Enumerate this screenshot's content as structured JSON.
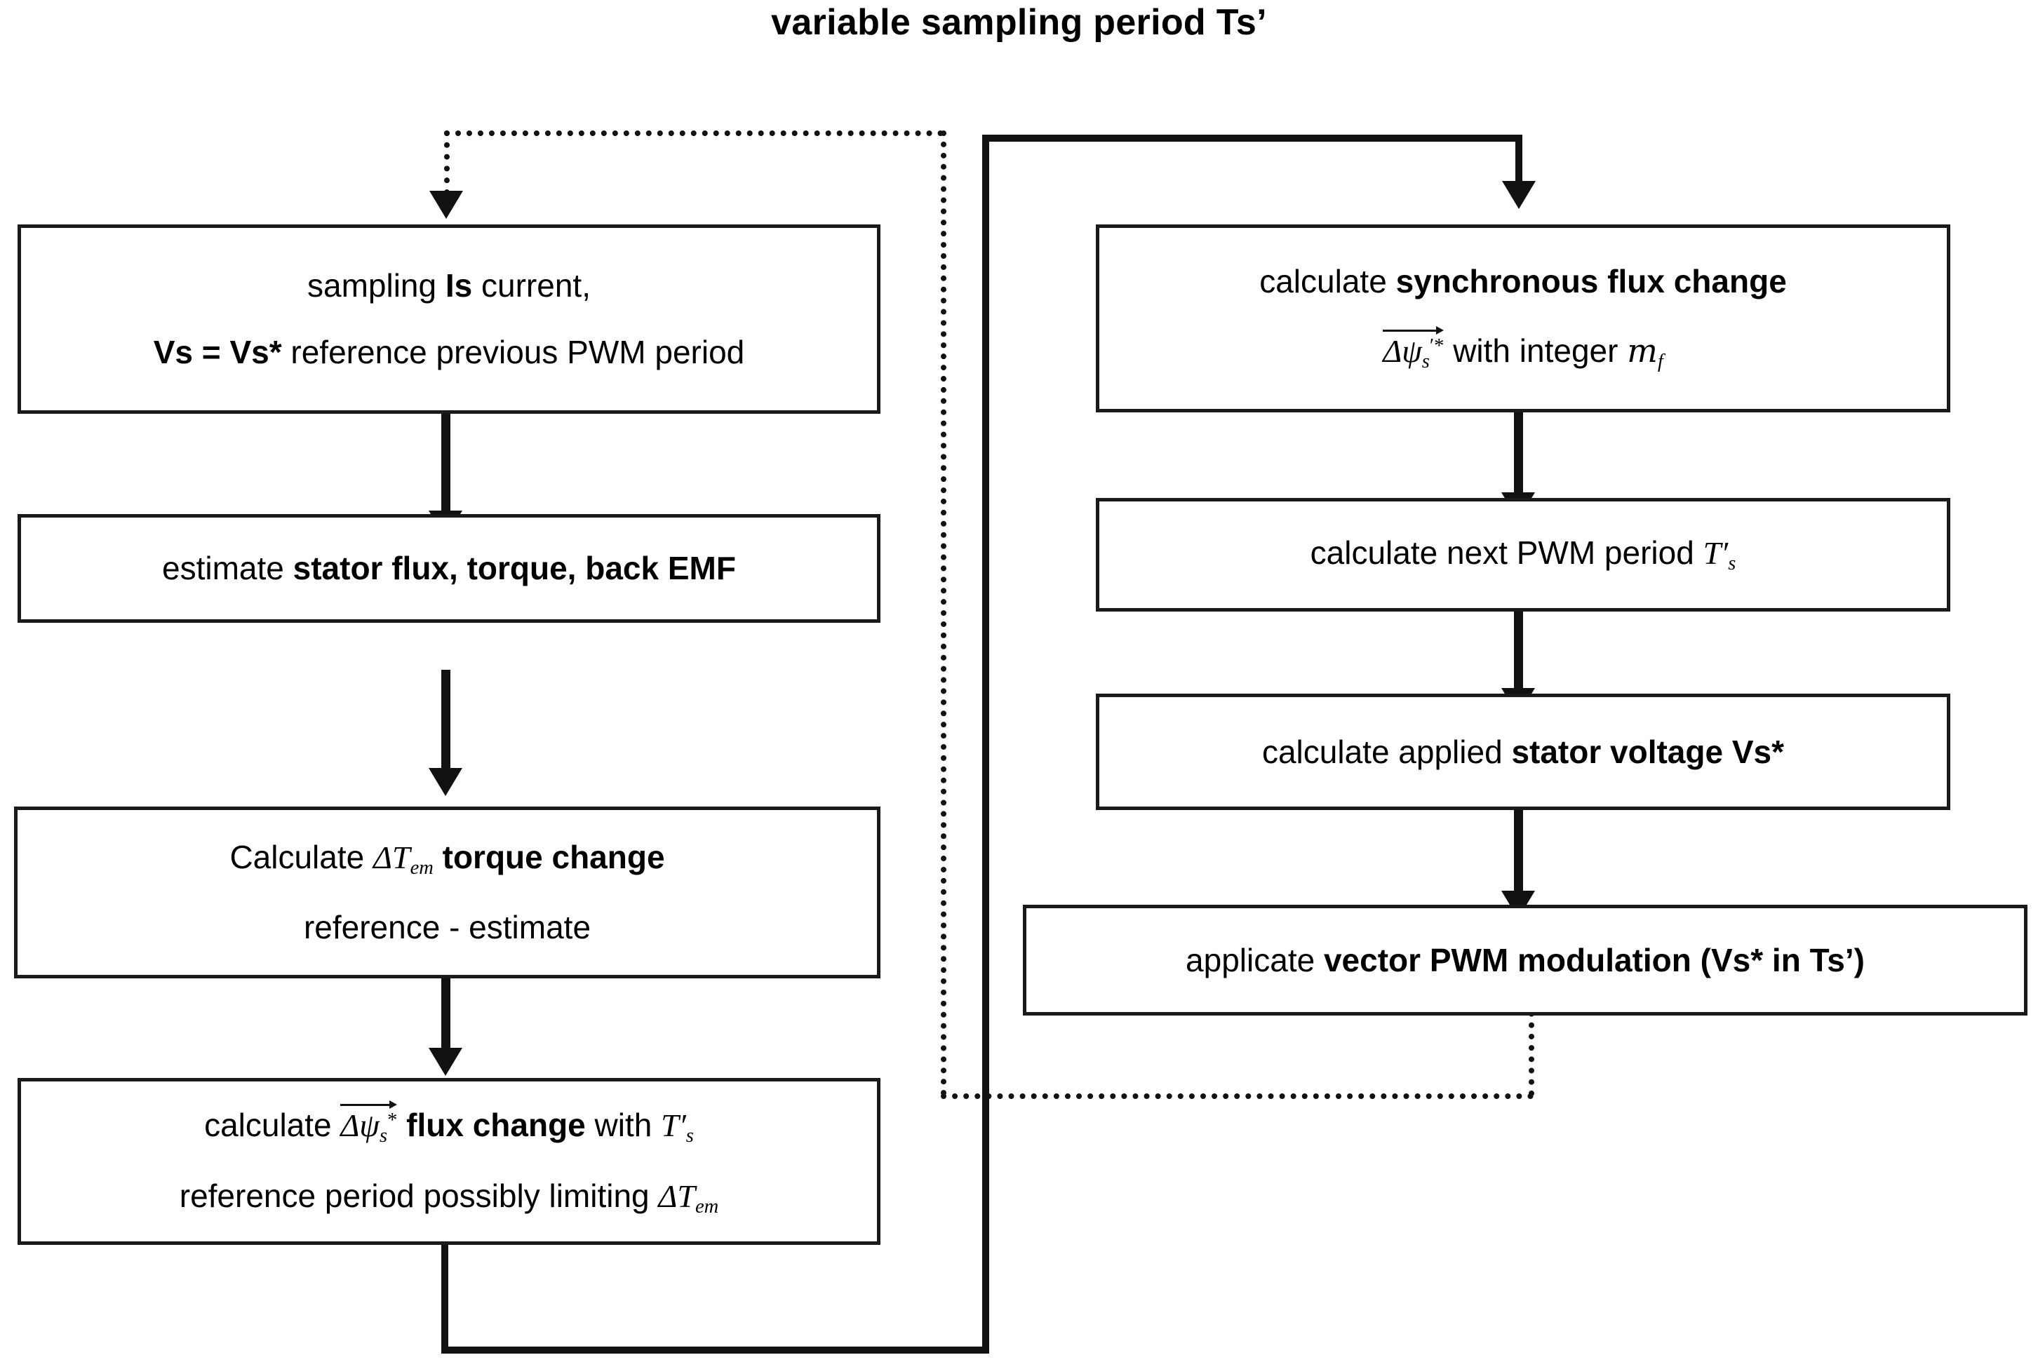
{
  "title": "variable sampling period Ts’",
  "left_column": {
    "boxes": [
      {
        "name": "sampling-box",
        "lines": [
          {
            "parts": [
              {
                "text": "sampling ",
                "style": "normal"
              },
              {
                "text": "Is",
                "style": "bold"
              },
              {
                "text": " current,",
                "style": "normal"
              }
            ]
          },
          {
            "parts": [
              {
                "text": "Vs",
                "style": "bold"
              },
              {
                "text": " = ",
                "style": "bold"
              },
              {
                "text": "Vs*",
                "style": "bold"
              },
              {
                "text": " reference previous PWM period",
                "style": "normal"
              }
            ]
          }
        ]
      },
      {
        "name": "estimate-box",
        "lines": [
          {
            "parts": [
              {
                "text": "estimate ",
                "style": "normal"
              },
              {
                "text": "stator flux, torque, back EMF",
                "style": "bold"
              }
            ]
          }
        ]
      },
      {
        "name": "torque-change-box",
        "lines": [
          {
            "parts": [
              {
                "text": "Calculate ",
                "style": "normal"
              },
              {
                "text": "ΔT",
                "style": "math"
              },
              {
                "text": "em",
                "style": "math-sub"
              },
              {
                "text": " torque change",
                "style": "bold"
              }
            ]
          },
          {
            "parts": [
              {
                "text": "reference - estimate",
                "style": "normal"
              }
            ]
          }
        ]
      },
      {
        "name": "flux-change-box",
        "lines": [
          {
            "parts": [
              {
                "text": "calculate ",
                "style": "normal"
              },
              {
                "text": "Δψ_s^*",
                "style": "vector"
              },
              {
                "text": " flux change",
                "style": "bold"
              },
              {
                "text": " with ",
                "style": "normal"
              },
              {
                "text": "T′_s",
                "style": "math"
              }
            ]
          },
          {
            "parts": [
              {
                "text": "reference period possibly limiting ",
                "style": "normal"
              },
              {
                "text": "ΔT",
                "style": "math"
              },
              {
                "text": "em",
                "style": "math-sub"
              }
            ]
          }
        ]
      }
    ]
  },
  "right_column": {
    "boxes": [
      {
        "name": "synchronous-flux-box",
        "lines": [
          {
            "parts": [
              {
                "text": "calculate ",
                "style": "normal"
              },
              {
                "text": "synchronous flux change",
                "style": "bold"
              }
            ]
          },
          {
            "parts": [
              {
                "text": "Δψ′_s^*",
                "style": "vector"
              },
              {
                "text": " with integer ",
                "style": "normal"
              },
              {
                "text": "m_f",
                "style": "script"
              }
            ]
          }
        ]
      },
      {
        "name": "next-pwm-period-box",
        "lines": [
          {
            "parts": [
              {
                "text": "calculate next PWM period ",
                "style": "normal"
              },
              {
                "text": "T′_s",
                "style": "math"
              }
            ]
          }
        ]
      },
      {
        "name": "stator-voltage-box",
        "lines": [
          {
            "parts": [
              {
                "text": "calculate applied ",
                "style": "normal"
              },
              {
                "text": "stator voltage Vs*",
                "style": "bold"
              }
            ]
          }
        ]
      },
      {
        "name": "pwm-modulation-box",
        "lines": [
          {
            "parts": [
              {
                "text": "applicate ",
                "style": "normal"
              },
              {
                "text": "vector PWM modulation (Vs* in Ts’)",
                "style": "bold"
              }
            ]
          }
        ]
      }
    ]
  },
  "text": {
    "box_l1_line1_a": "sampling ",
    "box_l1_line1_b": "Is",
    "box_l1_line1_c": " current,",
    "box_l1_line2_a": "Vs",
    "box_l1_line2_b": " = ",
    "box_l1_line2_c": "Vs*",
    "box_l1_line2_d": " reference previous PWM period",
    "box_l2_a": "estimate ",
    "box_l2_b": "stator flux, torque, back EMF",
    "box_l3_a": "Calculate ",
    "box_l3_delta_t": "ΔT",
    "box_l3_em": "em",
    "box_l3_b": " torque change",
    "box_l3_line2": "reference - estimate",
    "box_l4_a": "calculate ",
    "box_l4_delta": "Δ",
    "box_l4_psi": "ψ",
    "box_l4_sub": "s",
    "box_l4_sup": "*",
    "box_l4_b": " flux change",
    "box_l4_with": " with ",
    "box_l4_T": "T",
    "box_l4_Tprime": "′",
    "box_l4_Tsub": "s",
    "box_l4_line2_a": "reference period possibly limiting ",
    "box_l4_line2_dt": "ΔT",
    "box_l4_line2_em": "em",
    "box_r1_a": "calculate ",
    "box_r1_b": "synchronous flux change",
    "box_r1_delta": "Δ",
    "box_r1_psi": "ψ",
    "box_r1_prime": "′",
    "box_r1_sup": "*",
    "box_r1_sub": "s",
    "box_r1_with": " with integer ",
    "box_r1_m": "m",
    "box_r1_f": "f",
    "box_r2_a": "calculate next PWM period ",
    "box_r2_T": "T",
    "box_r2_prime": "′",
    "box_r2_sub": "s",
    "box_r3_a": "calculate applied ",
    "box_r3_b": "stator voltage Vs*",
    "box_r4_a": "applicate ",
    "box_r4_b": "vector PWM modulation (Vs* in Ts’)"
  },
  "connectors": [
    {
      "name": "feedback-dotted-loop",
      "style": "dotted",
      "from": "pwm-modulation-box",
      "to": "sampling-box"
    },
    {
      "name": "solid-loop-left-to-right",
      "style": "solid",
      "from": "flux-change-box",
      "to": "synchronous-flux-box"
    },
    {
      "name": "arrow-sampling-to-estimate",
      "style": "solid",
      "from": "sampling-box",
      "to": "estimate-box"
    },
    {
      "name": "arrow-estimate-to-torque",
      "style": "solid",
      "from": "estimate-box",
      "to": "torque-change-box"
    },
    {
      "name": "arrow-torque-to-flux",
      "style": "solid",
      "from": "torque-change-box",
      "to": "flux-change-box"
    },
    {
      "name": "arrow-sync-to-period",
      "style": "solid",
      "from": "synchronous-flux-box",
      "to": "next-pwm-period-box"
    },
    {
      "name": "arrow-period-to-voltage",
      "style": "solid",
      "from": "next-pwm-period-box",
      "to": "stator-voltage-box"
    },
    {
      "name": "arrow-voltage-to-modulation",
      "style": "solid",
      "from": "stator-voltage-box",
      "to": "pwm-modulation-box"
    }
  ],
  "colors": {
    "stroke": "#111111",
    "box_border": "#1a1a1a",
    "background": "#ffffff",
    "text": "#000000"
  }
}
